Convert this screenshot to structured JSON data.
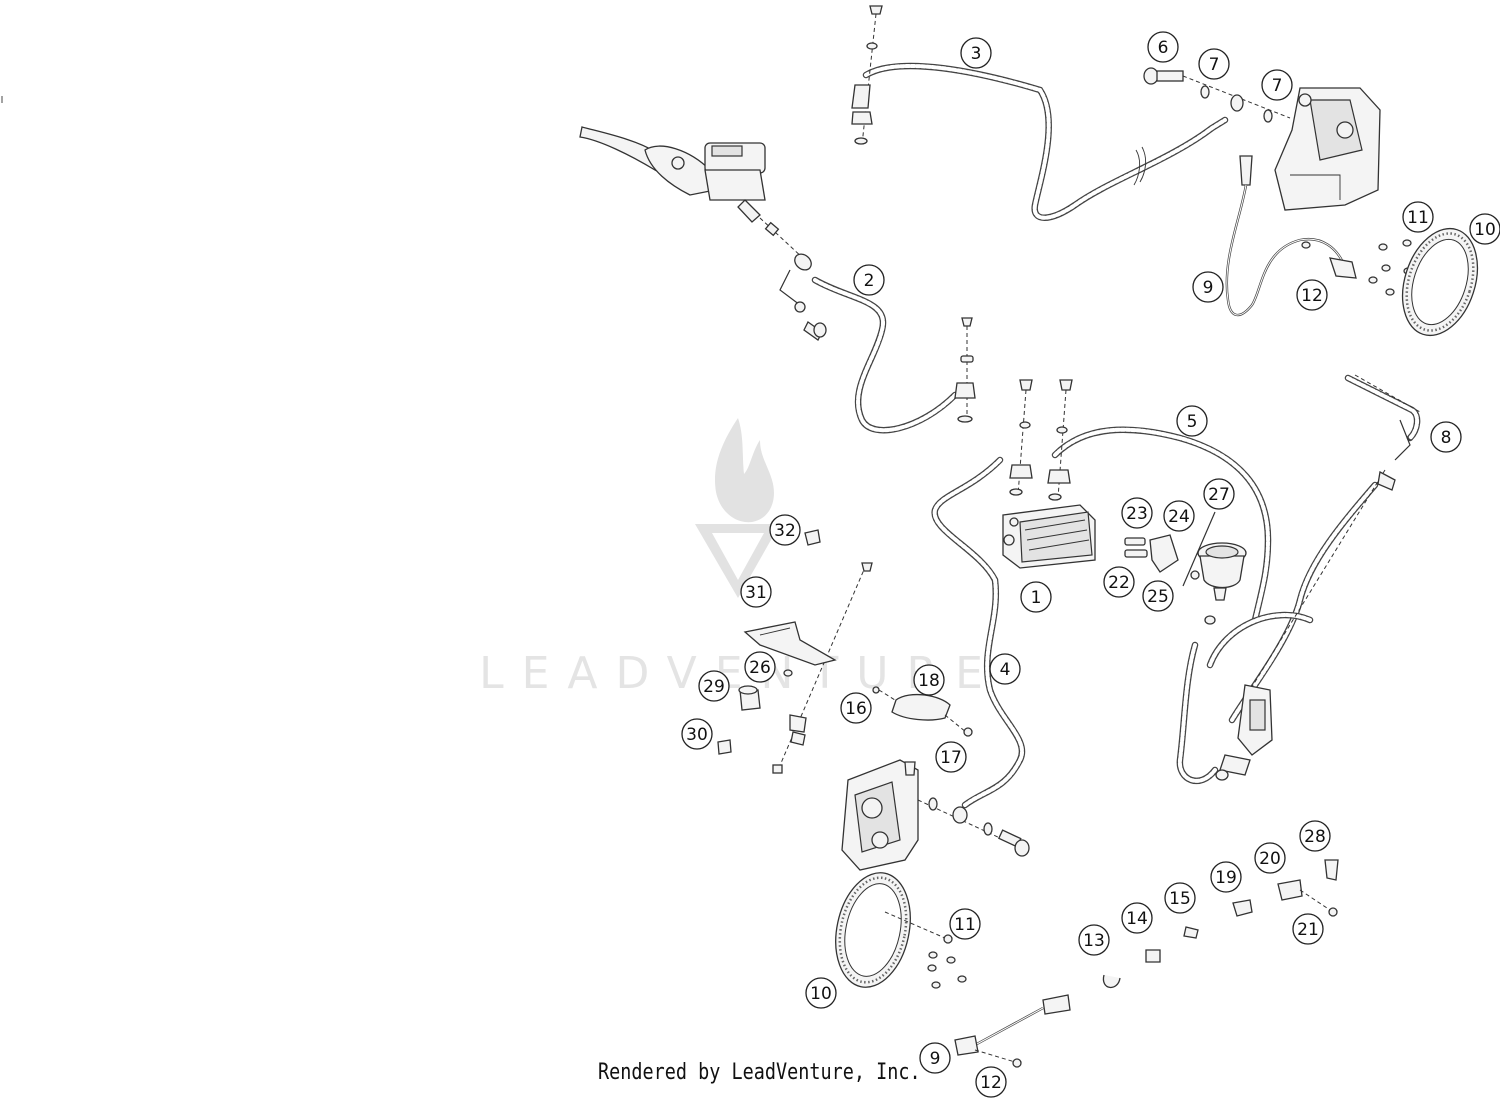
{
  "watermark": {
    "text": "LEADVENTURE"
  },
  "footer": {
    "text": "Rendered by LeadVenture, Inc."
  },
  "callouts": [
    {
      "label": "1"
    },
    {
      "label": "2"
    },
    {
      "label": "3"
    },
    {
      "label": "4"
    },
    {
      "label": "5"
    },
    {
      "label": "6"
    },
    {
      "label": "7"
    },
    {
      "label": "7"
    },
    {
      "label": "8"
    },
    {
      "label": "9"
    },
    {
      "label": "10"
    },
    {
      "label": "11"
    },
    {
      "label": "12"
    },
    {
      "label": "16"
    },
    {
      "label": "17"
    },
    {
      "label": "18"
    },
    {
      "label": "22"
    },
    {
      "label": "23"
    },
    {
      "label": "24"
    },
    {
      "label": "25"
    },
    {
      "label": "27"
    },
    {
      "label": "26"
    },
    {
      "label": "29"
    },
    {
      "label": "30"
    },
    {
      "label": "31"
    },
    {
      "label": "32"
    },
    {
      "label": "11"
    },
    {
      "label": "10"
    },
    {
      "label": "9"
    },
    {
      "label": "12"
    },
    {
      "label": "13"
    },
    {
      "label": "14"
    },
    {
      "label": "15"
    },
    {
      "label": "19"
    },
    {
      "label": "20"
    },
    {
      "label": "21"
    },
    {
      "label": "28"
    }
  ]
}
